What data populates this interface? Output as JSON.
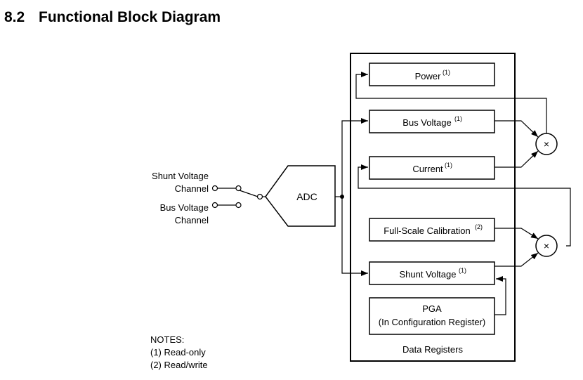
{
  "section": {
    "number": "8.2",
    "title": "Functional Block Diagram"
  },
  "inputs": {
    "shunt_line1": "Shunt Voltage",
    "shunt_line2": "Channel",
    "bus_line1": "Bus Voltage",
    "bus_line2": "Channel"
  },
  "adc": {
    "label": "ADC"
  },
  "registers": {
    "container_label": "Data Registers",
    "power": {
      "label": "Power",
      "note": "(1)"
    },
    "bus_voltage": {
      "label": "Bus Voltage",
      "note": "(1)"
    },
    "current": {
      "label": "Current",
      "note": "(1)"
    },
    "calibration": {
      "label": "Full-Scale Calibration",
      "note": "(2)"
    },
    "shunt_voltage": {
      "label": "Shunt Voltage",
      "note": "(1)"
    },
    "pga": {
      "line1": "PGA",
      "line2": "(In Configuration Register)"
    }
  },
  "multiplier_symbol": "×",
  "notes": {
    "heading": "NOTES:",
    "items": [
      "(1) Read-only",
      "(2) Read/write"
    ]
  }
}
